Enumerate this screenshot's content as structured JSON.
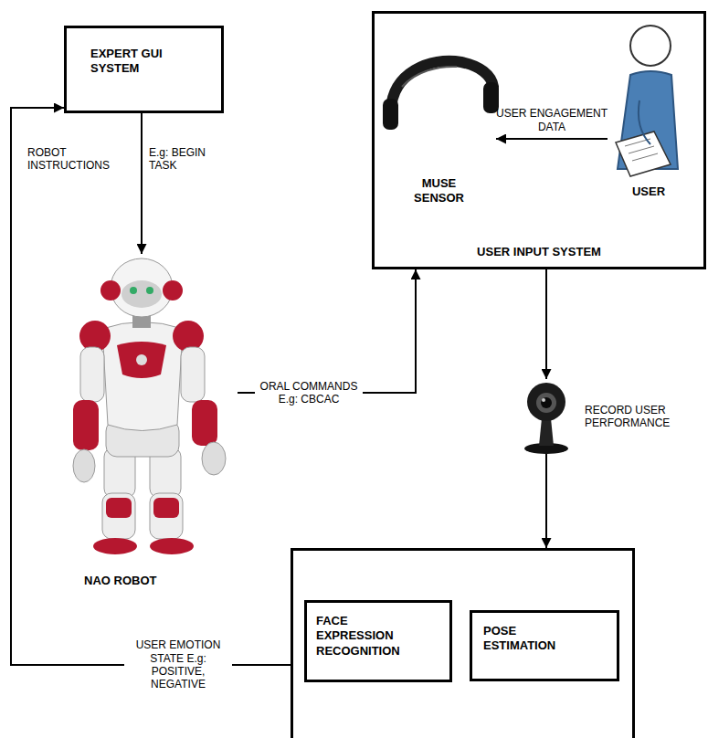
{
  "diagram": {
    "nodes": [
      {
        "text": [
          "EXPERT GUI SYSTEM"
        ]
      },
      {
        "text": [
          "USER INPUT SYSTEM"
        ]
      },
      {
        "text": [
          "MUSE SENSOR"
        ],
        "in": 1
      },
      {
        "text": [
          "USER"
        ],
        "in": 1
      },
      {
        "text": [
          "NAO ROBOT"
        ]
      },
      {
        "text": [
          "RECORD USER PERFORMANCE"
        ]
      },
      {
        "text": []
      },
      {
        "text": [
          "FACE EXPRESSION RECOGNITION"
        ],
        "in": 6
      },
      {
        "text": [
          "POSE ESTIMATION"
        ],
        "in": 6
      }
    ],
    "edges": [
      {
        "from": 0,
        "to": 4,
        "arrow": "to",
        "label": "E.g: BEGIN TASK"
      },
      {
        "from": 3,
        "to": 2,
        "arrow": "to",
        "label": "USER ENGAGEMENT DATA"
      },
      {
        "from": 4,
        "to": 1,
        "arrow": "to",
        "label": "ORAL COMMANDS E.g: CBCAC"
      },
      {
        "from": 1,
        "to": 5,
        "arrow": "to"
      },
      {
        "from": 5,
        "to": 6,
        "arrow": "to"
      },
      {
        "from": 6,
        "to": 0,
        "arrow": "to",
        "label": "USER EMOTION STATE E.g: POSITIVE, NEGATIVE"
      }
    ],
    "labels": [
      "ROBOT INSTRUCTIONS"
    ]
  }
}
